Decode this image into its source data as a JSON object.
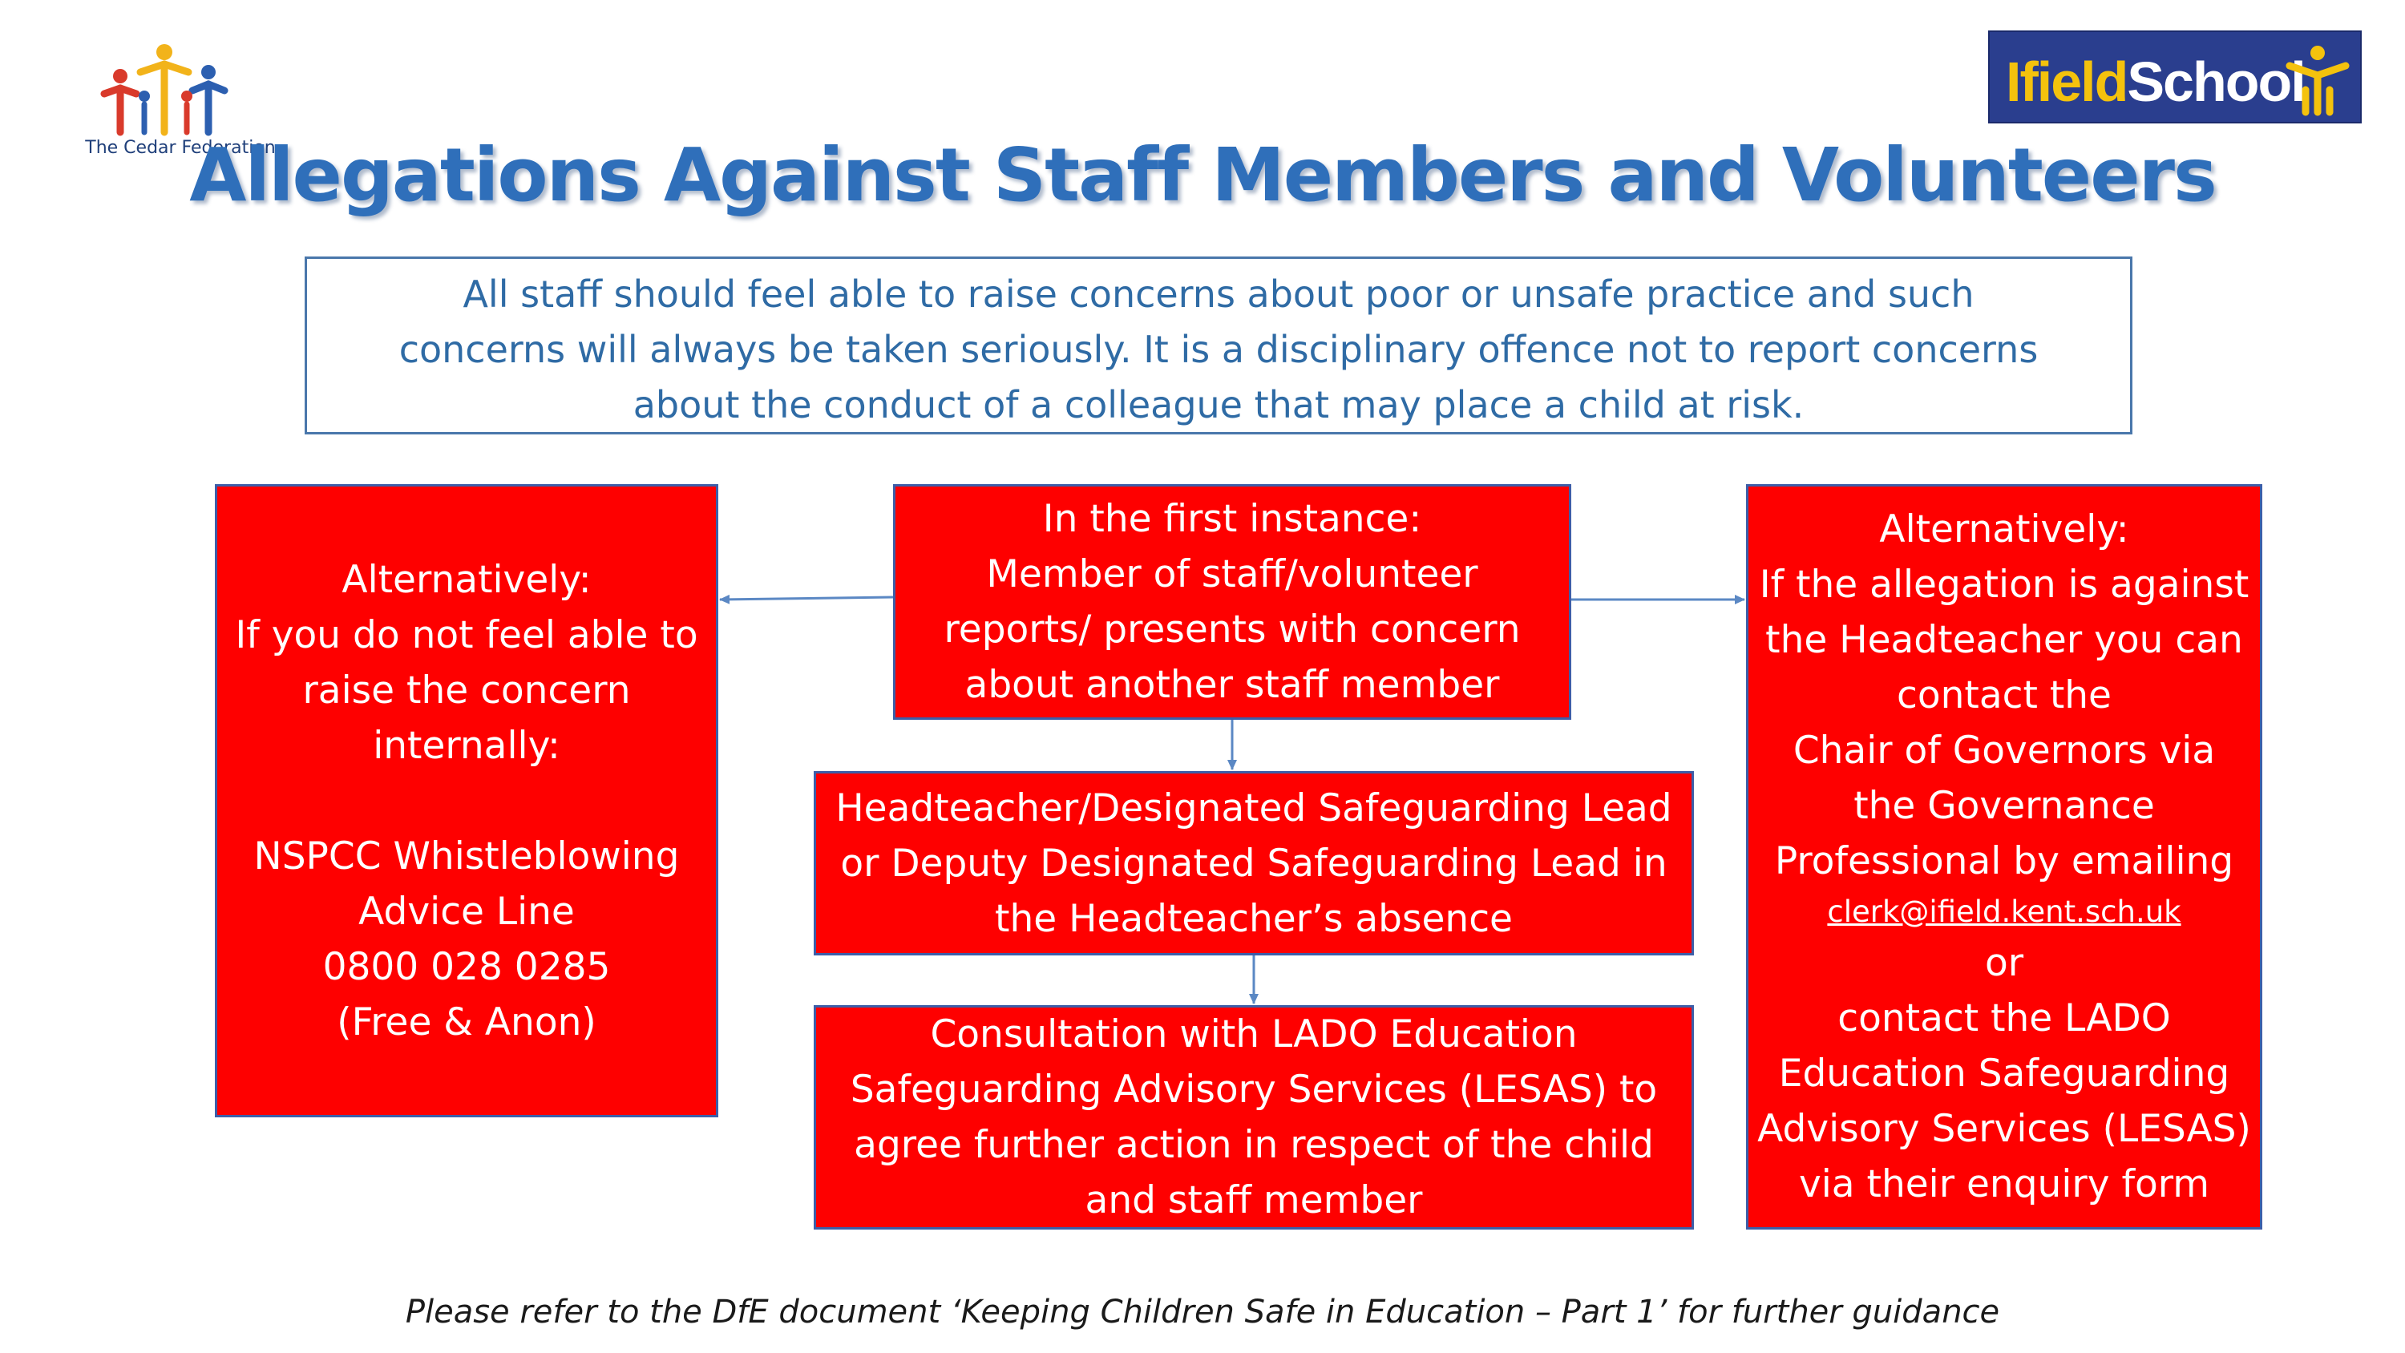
{
  "logos": {
    "cedar_name": "The Cedar Federation",
    "ifield_part1": "Ifield",
    "ifield_part2": "School",
    "colors": {
      "ifield_bg": "#2a3e8e",
      "ifield_yellow": "#f4c20d"
    }
  },
  "title": "Allegations Against Staff Members and Volunteers",
  "intro": {
    "lines": [
      "All staff should feel able to raise concerns about poor or unsafe practice and such",
      "concerns will always be taken seriously.  It is a disciplinary offence not to report concerns",
      "about the conduct of a colleague that may place a child at risk."
    ]
  },
  "boxes": {
    "left": {
      "lines": [
        "Alternatively:",
        "If you do not feel able to",
        "raise the concern",
        "internally:",
        "",
        "NSPCC Whistleblowing",
        "Advice Line",
        "0800 028 0285",
        "(Free & Anon)"
      ]
    },
    "top": {
      "lines": [
        "In the first instance:",
        "Member of staff/volunteer",
        "reports/ presents with concern",
        "about another staff member"
      ]
    },
    "middle": {
      "lines": [
        "Headteacher/Designated Safeguarding Lead",
        "or Deputy Designated Safeguarding Lead in",
        "the Headteacher’s absence"
      ]
    },
    "bottom": {
      "lines": [
        "Consultation with LADO Education",
        "Safeguarding Advisory Services (LESAS) to",
        "agree further action in respect of the child",
        "and staff member"
      ]
    },
    "right": {
      "lines_top": [
        "Alternatively:",
        "If the allegation is against",
        "the Headteacher you can",
        "contact the",
        "Chair of Governors via",
        "the Governance",
        "Professional by emailing"
      ],
      "email": "clerk@ifield.kent.sch.uk",
      "lines_bottom": [
        "or",
        "contact the LADO",
        "Education Safeguarding",
        "Advisory Services (LESAS)",
        "via their enquiry form"
      ]
    }
  },
  "footer": "Please refer to the DfE document ‘Keeping Children Safe in Education – Part 1’ for further guidance",
  "colors": {
    "title": "#2f6fba",
    "box_red": "#fe0000",
    "box_border": "#3d5ea8",
    "connector": "#5b88c4"
  }
}
